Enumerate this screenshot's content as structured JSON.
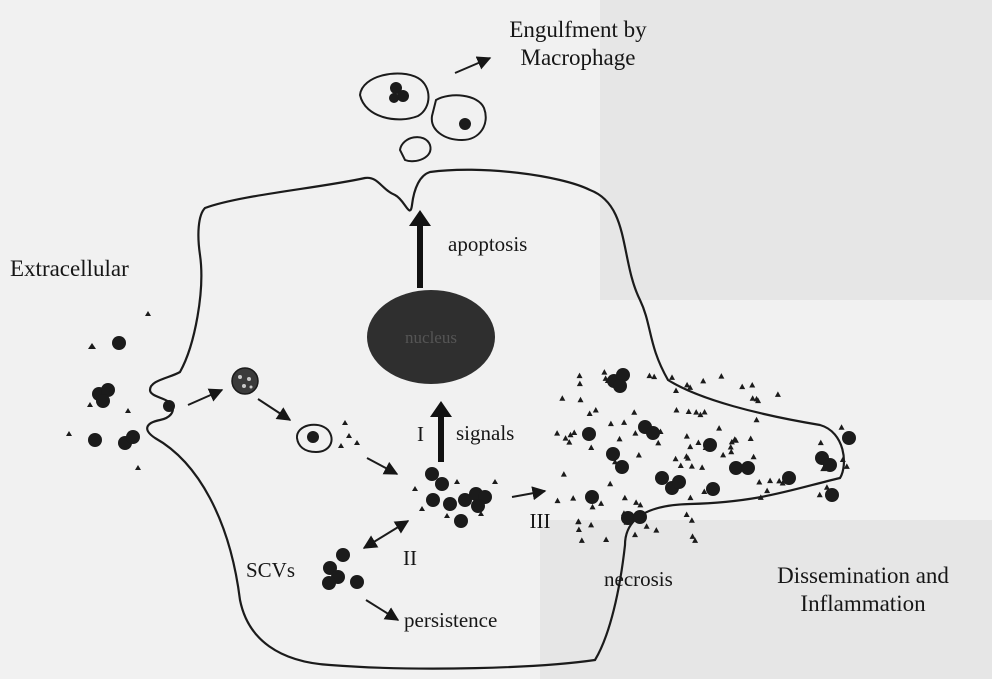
{
  "labels": {
    "title": "Engulfment by\nMacrophage",
    "extracellular": "Extracellular",
    "apoptosis": "apoptosis",
    "nucleus": "nucleus",
    "pathway_1": "I",
    "signals": "signals",
    "pathway_2": "II",
    "pathway_3": "III",
    "scvs": "SCVs",
    "persistence": "persistence",
    "necrosis": "necrosis",
    "dissemination": "Dissemination and\nInflammation"
  },
  "colors": {
    "background": "#f1f1f1",
    "ink": "#161616",
    "nucleus_fill": "#2f2f2f"
  }
}
